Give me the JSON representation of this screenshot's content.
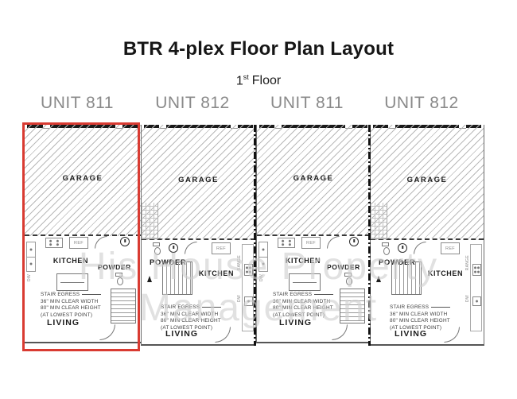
{
  "header": {
    "title": "BTR 4-plex Floor Plan Layout",
    "floor_number": "1",
    "floor_suffix": "st",
    "floor_word": "Floor"
  },
  "units": [
    {
      "label": "UNIT 811",
      "layout": "A",
      "highlighted": true
    },
    {
      "label": "UNIT 812",
      "layout": "B",
      "highlighted": false
    },
    {
      "label": "UNIT 811",
      "layout": "A",
      "highlighted": false
    },
    {
      "label": "UNIT 812",
      "layout": "B",
      "highlighted": false
    }
  ],
  "labels": {
    "garage": "GARAGE",
    "kitchen": "KITCHEN",
    "powder": "POWDER",
    "living": "LIVING",
    "ref": "REF",
    "range": "RANGE",
    "dw": "DW"
  },
  "egress_note": [
    "STAIR EGRESS",
    "36\" MIN CLEAR WIDTH",
    "80\" MIN CLEAR HEIGHT",
    "(AT LOWEST POINT)"
  ],
  "watermark": {
    "line1": "His House Property",
    "line2": "Management"
  },
  "colors": {
    "highlight_red": "#d93b32",
    "watermark_gray": "#cfcfcf",
    "unit_label_gray": "#8a8a8a",
    "plan_line": "#555555"
  }
}
